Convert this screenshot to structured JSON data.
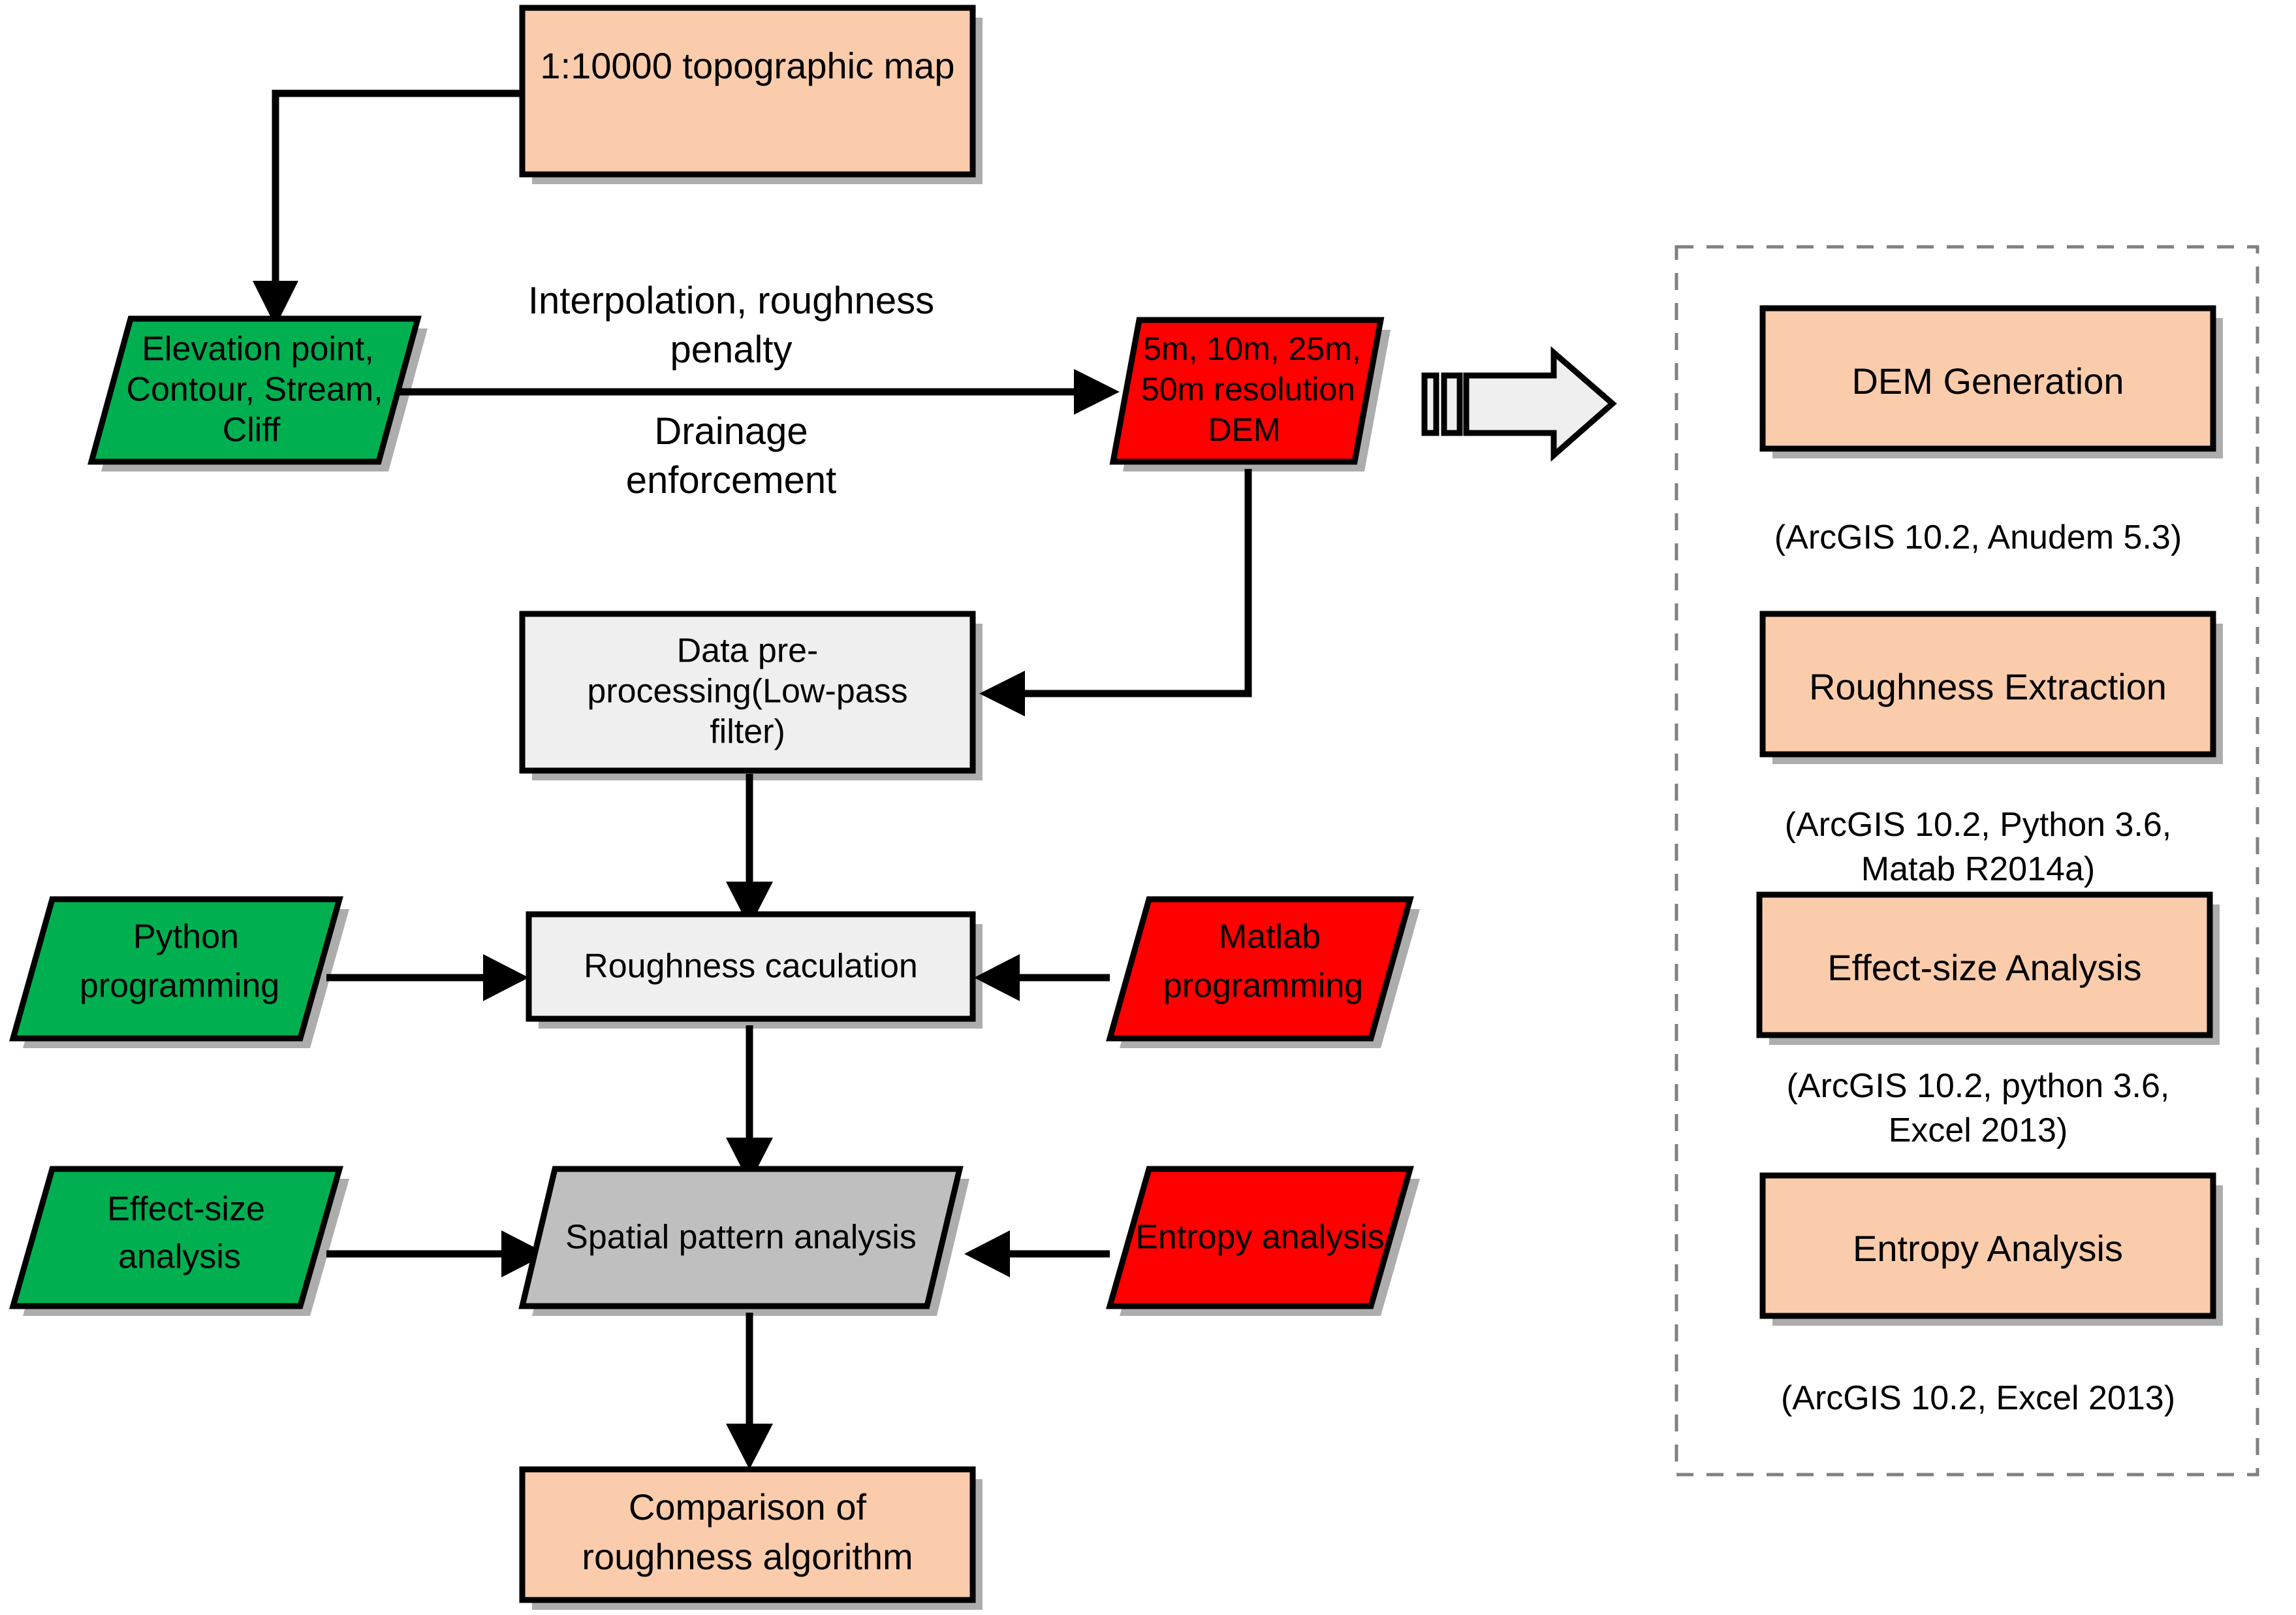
{
  "diagram": {
    "title": "DEM roughness analysis workflow",
    "colors": {
      "peach": "#FBCCAB",
      "green": "#00B050",
      "red": "#FF0000",
      "gray_light": "#EFEFEF",
      "gray_mid": "#BFBFBF",
      "border": "#000000",
      "dashed_border": "#808080"
    }
  },
  "flow": {
    "topographic_map": "1:10000 topographic map",
    "source_data": "Elevation point, Contour, Stream, Cliff",
    "source_data_lines": [
      "Elevation point,",
      "Contour, Stream,",
      "Cliff"
    ],
    "dem": "5m, 10m, 25m, 50m resolution DEM",
    "dem_lines": [
      "5m, 10m, 25m,",
      "50m resolution",
      "DEM"
    ],
    "preprocessing": "Data pre-processing(Low-pass filter)",
    "preprocessing_lines": [
      "Data pre-",
      "processing(Low-pass",
      "filter)"
    ],
    "roughness_calculation": "Roughness caculation",
    "python_programming": "Python programming",
    "python_programming_lines": [
      "Python",
      "programming"
    ],
    "matlab_programming": "Matlab programming",
    "matlab_programming_lines": [
      "Matlab",
      "programming"
    ],
    "spatial_pattern_analysis": "Spatial pattern analysis",
    "effect_size_analysis": "Effect-size analysis",
    "effect_size_analysis_lines": [
      "Effect-size",
      "analysis"
    ],
    "entropy_analysis": "Entropy analysis",
    "comparison": "Comparison of roughness algorithm",
    "comparison_lines": [
      "Comparison of",
      "roughness algorithm"
    ]
  },
  "edge_labels": {
    "interpolation_line1": "Interpolation, roughness",
    "interpolation_line2": "penalty",
    "drainage_line1": "Drainage",
    "drainage_line2": "enforcement"
  },
  "stages_panel": {
    "items": [
      {
        "label": "DEM Generation",
        "caption_lines": [
          "(ArcGIS 10.2, Anudem 5.3)"
        ]
      },
      {
        "label": "Roughness Extraction",
        "caption_lines": [
          "(ArcGIS 10.2, Python 3.6,",
          "Matab R2014a)"
        ]
      },
      {
        "label": "Effect-size Analysis",
        "caption_lines": [
          "(ArcGIS 10.2, python 3.6,",
          "Excel 2013)"
        ]
      },
      {
        "label": "Entropy Analysis",
        "caption_lines": [
          "(ArcGIS 10.2, Excel 2013)"
        ]
      }
    ]
  },
  "icons": {
    "block_arrow": "block-arrow-right-icon"
  }
}
